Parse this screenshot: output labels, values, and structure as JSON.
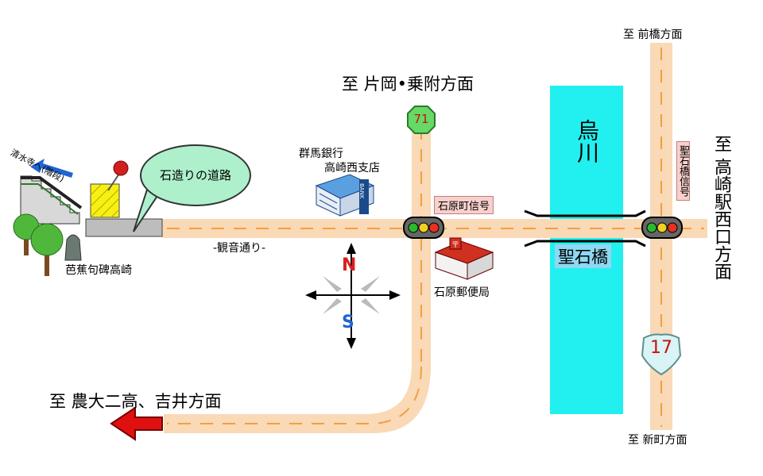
{
  "directions": {
    "north_top": "至 片岡•乗附方面",
    "maebashi": "至 前橋方面",
    "takasaki": "至 高崎駅西口方面",
    "shinmachi": "至 新町方面",
    "southwest": "至 農大二高、吉井方面",
    "shimizu": "清水寺へ(階段)"
  },
  "landmarks": {
    "bank_name": "群馬銀行",
    "bank_branch": "高崎西支店",
    "bank_sign": "BANK",
    "post_office": "石原郵便局",
    "basho_monument": "芭蕉句碑高崎",
    "stone_road": "石造りの道路",
    "river": "烏川",
    "bridge": "聖石橋",
    "signal_ishihara": "石原町信号",
    "signal_seisekibashi": "聖石橋信号",
    "road_name": "-観音通り-"
  },
  "route_shields": {
    "r71": "71",
    "r17": "17"
  },
  "compass": {
    "north": "N",
    "south": "S"
  },
  "colors": {
    "road": "#f9d9b6",
    "road_dash": "#f0a040",
    "river": "#22f0f0",
    "sign_bg": "#f8d0cc",
    "bubble": "#aef0cc",
    "arrow": "#e01010",
    "shield71": "#66d966",
    "shield17": "#d8f4f4"
  }
}
